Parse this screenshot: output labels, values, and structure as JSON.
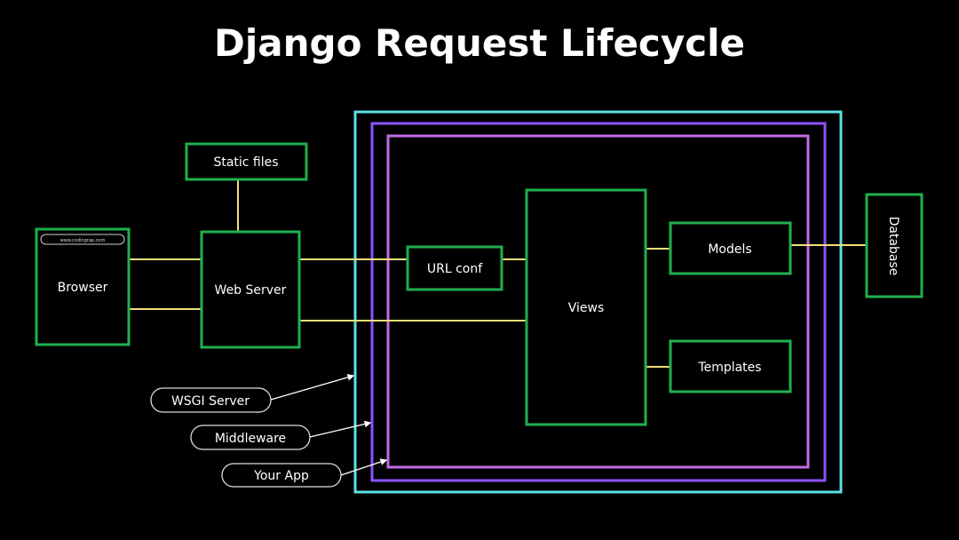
{
  "title": "Django Request Lifecycle",
  "colors": {
    "box": "#1fb04f",
    "connector": "#f2e07a",
    "wsgi": "#5ce1e6",
    "middleware": "#8c52ff",
    "app": "#c06ce6",
    "background": "#000000"
  },
  "nodes": {
    "browser": "Browser",
    "browser_url": "www.codingrap.com",
    "web_server": "Web Server",
    "static_files": "Static files",
    "url_conf": "URL conf",
    "views": "Views",
    "models": "Models",
    "templates": "Templates",
    "database": "Database"
  },
  "layers": {
    "wsgi": "WSGI Server",
    "middleware": "Middleware",
    "app": "Your App"
  }
}
